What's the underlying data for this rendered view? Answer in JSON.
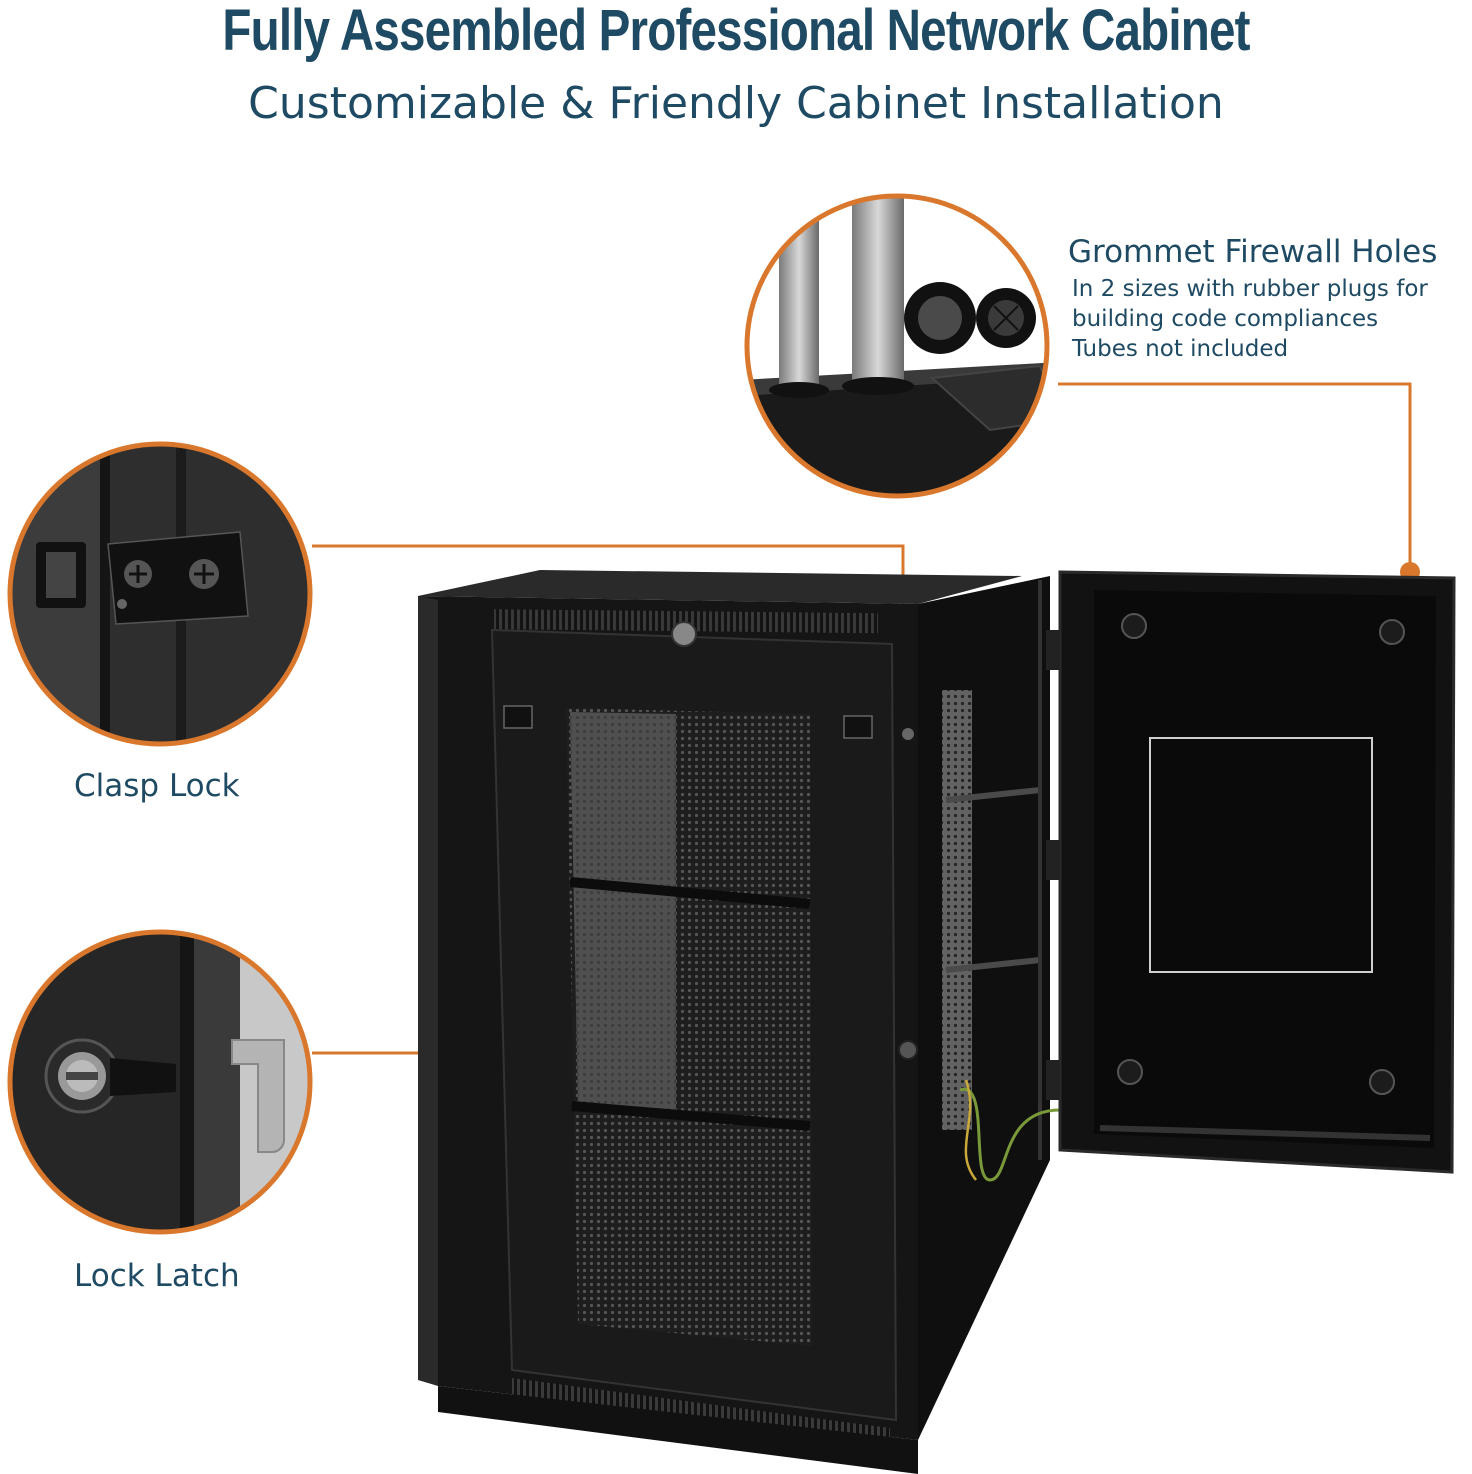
{
  "header": {
    "title": "Fully Assembled Professional Network Cabinet",
    "subtitle": "Customizable & Friendly Cabinet Installation"
  },
  "callouts": {
    "grommet": {
      "title": "Grommet Firewall Holes",
      "lines": [
        "In 2 sizes with rubber plugs for",
        "building code compliances",
        "Tubes not included"
      ]
    },
    "clasp": {
      "label": "Clasp Lock"
    },
    "latch": {
      "label": "Lock Latch"
    }
  },
  "colors": {
    "heading": "#1f4a63",
    "accent": "#d9782d",
    "cabinet": "#141414"
  }
}
